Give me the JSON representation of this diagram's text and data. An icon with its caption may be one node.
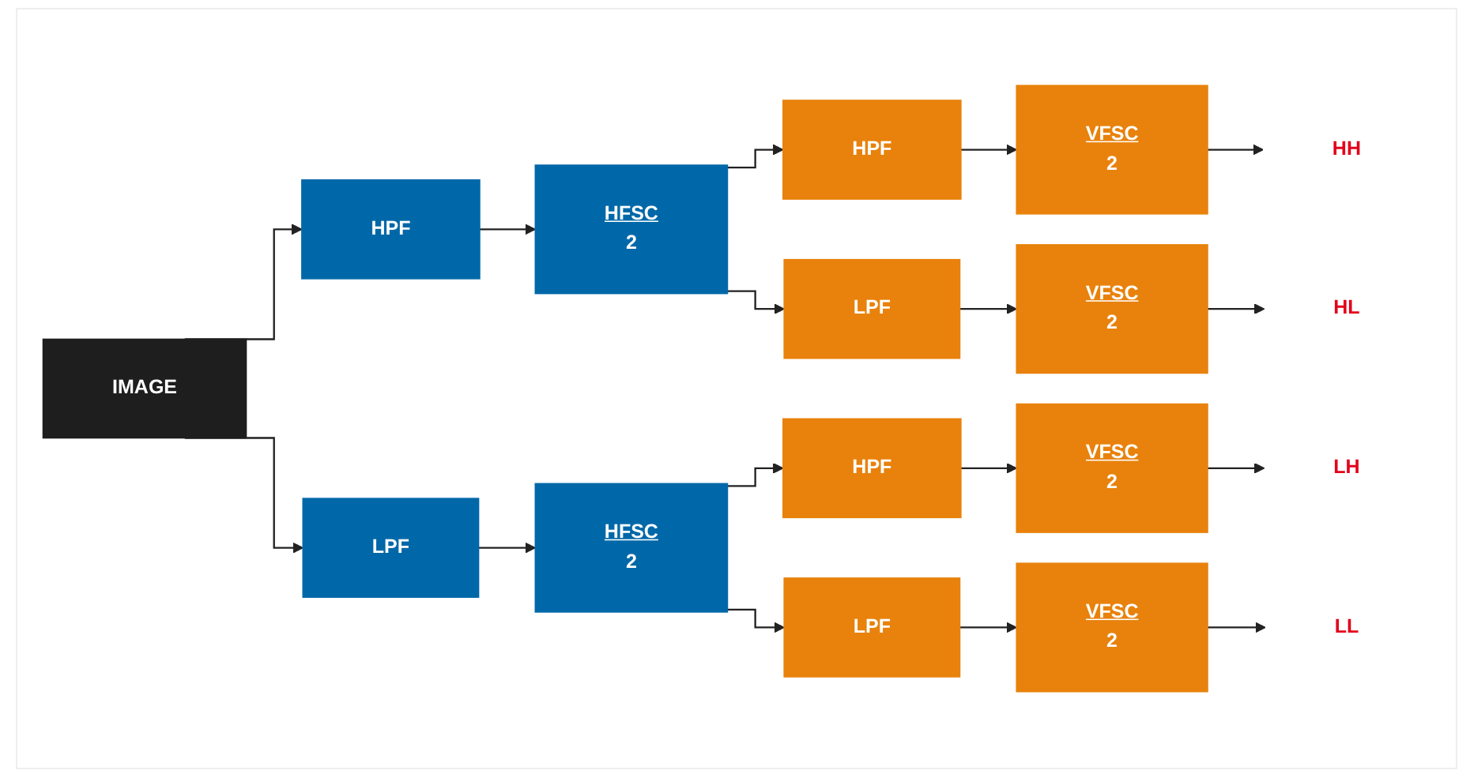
{
  "diagram": {
    "nodes": [
      {
        "text": [
          "IMAGE"
        ]
      },
      {
        "text": [
          "HPF"
        ]
      },
      {
        "text": [
          "HFSC",
          "2"
        ]
      },
      {
        "text": [
          "HPF"
        ]
      },
      {
        "text": [
          "VFSC",
          "2"
        ]
      },
      {
        "text": [
          "HH"
        ]
      },
      {
        "text": [
          "LPF"
        ]
      },
      {
        "text": [
          "VFSC",
          "2"
        ]
      },
      {
        "text": [
          "HL"
        ]
      },
      {
        "text": [
          "LPF"
        ]
      },
      {
        "text": [
          "HFSC",
          "2"
        ]
      },
      {
        "text": [
          "HPF"
        ]
      },
      {
        "text": [
          "VFSC",
          "2"
        ]
      },
      {
        "text": [
          "LH"
        ]
      },
      {
        "text": [
          "LPF"
        ]
      },
      {
        "text": [
          "VFSC",
          "2"
        ]
      },
      {
        "text": [
          "LL"
        ]
      }
    ],
    "edges": [
      {
        "from": 0,
        "to": 1,
        "arrow": "to"
      },
      {
        "from": 0,
        "to": 9,
        "arrow": "to"
      },
      {
        "from": 1,
        "to": 2,
        "arrow": "to"
      },
      {
        "from": 2,
        "to": 3,
        "arrow": "to"
      },
      {
        "from": 2,
        "to": 6,
        "arrow": "to"
      },
      {
        "from": 3,
        "to": 4,
        "arrow": "to"
      },
      {
        "from": 4,
        "to": 5,
        "arrow": "to"
      },
      {
        "from": 6,
        "to": 7,
        "arrow": "to"
      },
      {
        "from": 7,
        "to": 8,
        "arrow": "to"
      },
      {
        "from": 9,
        "to": 10,
        "arrow": "to"
      },
      {
        "from": 10,
        "to": 11,
        "arrow": "to"
      },
      {
        "from": 10,
        "to": 14,
        "arrow": "to"
      },
      {
        "from": 11,
        "to": 12,
        "arrow": "to"
      },
      {
        "from": 12,
        "to": 13,
        "arrow": "to"
      },
      {
        "from": 14,
        "to": 15,
        "arrow": "to"
      },
      {
        "from": 15,
        "to": 16,
        "arrow": "to"
      }
    ]
  }
}
